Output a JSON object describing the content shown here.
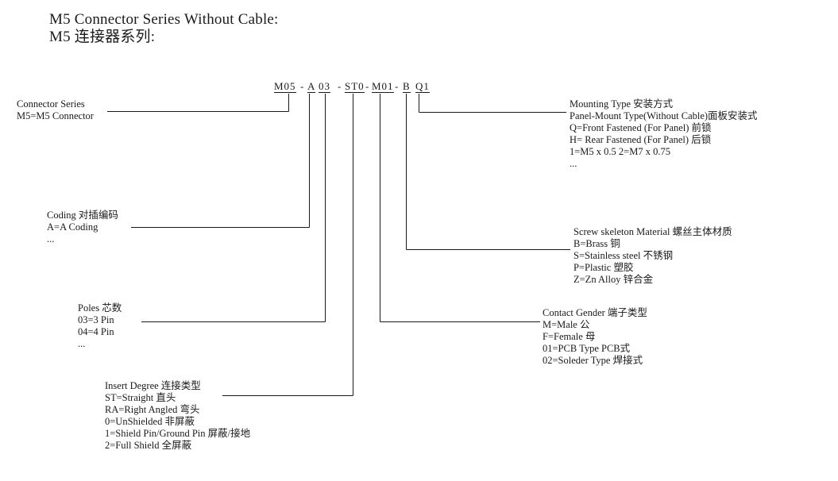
{
  "title": {
    "line1": "M5 Connector Series Without Cable:",
    "line2": "M5 连接器系列:"
  },
  "code": {
    "series": "M05",
    "sep1": "-",
    "coding": "A",
    "poles": "03",
    "sep2": "-",
    "insert": "ST0",
    "sep3": "-",
    "gender": "M01",
    "sep4": "-",
    "material": "B",
    "mounting": "Q1"
  },
  "connector_series": {
    "lines": [
      "Connector Series",
      "M5=M5 Connector"
    ]
  },
  "coding": {
    "lines": [
      "Coding 对插编码",
      "A=A Coding",
      "..."
    ]
  },
  "poles": {
    "lines": [
      "Poles 芯数",
      "03=3 Pin",
      "04=4 Pin",
      "..."
    ]
  },
  "insert_degree": {
    "lines": [
      "Insert Degree 连接类型",
      "ST=Straight 直头",
      "RA=Right Angled 弯头",
      "0=UnShielded 非屏蔽",
      "1=Shield Pin/Ground Pin 屏蔽/接地",
      "2=Full Shield 全屏蔽"
    ]
  },
  "mounting_type": {
    "lines": [
      "Mounting Type 安装方式",
      "Panel-Mount Type(Without Cable)面板安装式",
      "Q=Front Fastened (For Panel) 前锁",
      "H= Rear Fastened (For Panel) 后锁",
      "1=M5 x 0.5    2=M7 x 0.75",
      "..."
    ]
  },
  "screw_material": {
    "lines": [
      "Screw skeleton Material 螺丝主体材质",
      "B=Brass 铜",
      "S=Stainless steel 不锈钢",
      "P=Plastic 塑胶",
      "Z=Zn Alloy 锌合金"
    ]
  },
  "contact_gender": {
    "lines": [
      "Contact Gender 端子类型",
      "M=Male 公",
      "F=Female 母",
      "01=PCB Type PCB式",
      "02=Soleder Type 焊接式"
    ]
  }
}
